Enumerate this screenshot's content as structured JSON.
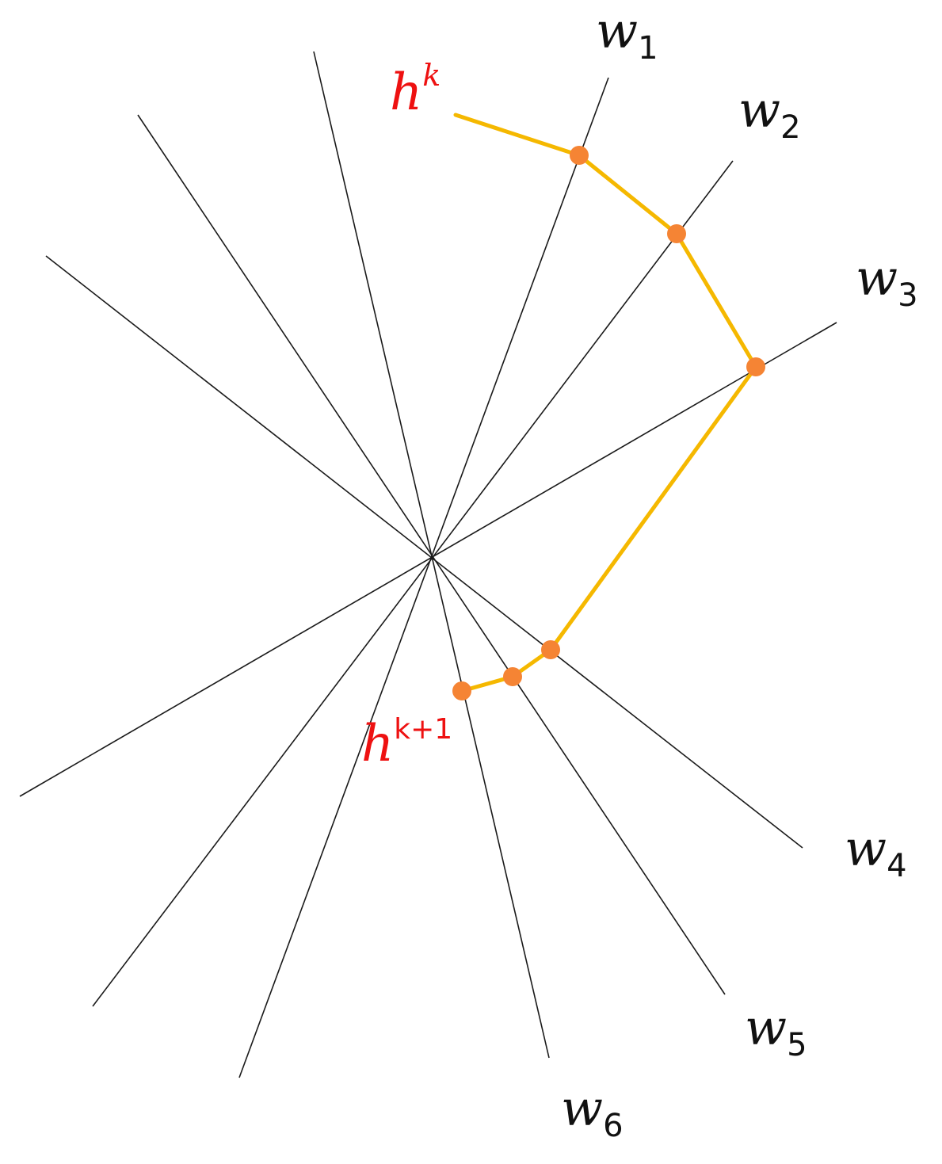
{
  "diagram": {
    "hyperplanes": [
      {
        "name": "w",
        "sub": "1"
      },
      {
        "name": "w",
        "sub": "2"
      },
      {
        "name": "w",
        "sub": "3"
      },
      {
        "name": "w",
        "sub": "4"
      },
      {
        "name": "w",
        "sub": "5"
      },
      {
        "name": "w",
        "sub": "6"
      }
    ],
    "start_label": {
      "base": "h",
      "sup": "k"
    },
    "end_label": {
      "base": "h",
      "sup": "k+1"
    },
    "colors": {
      "lines": "#1a1a1a",
      "path": "#f5b800",
      "points": "#f58434",
      "highlight_text": "#ee1111",
      "text": "#111111"
    }
  }
}
